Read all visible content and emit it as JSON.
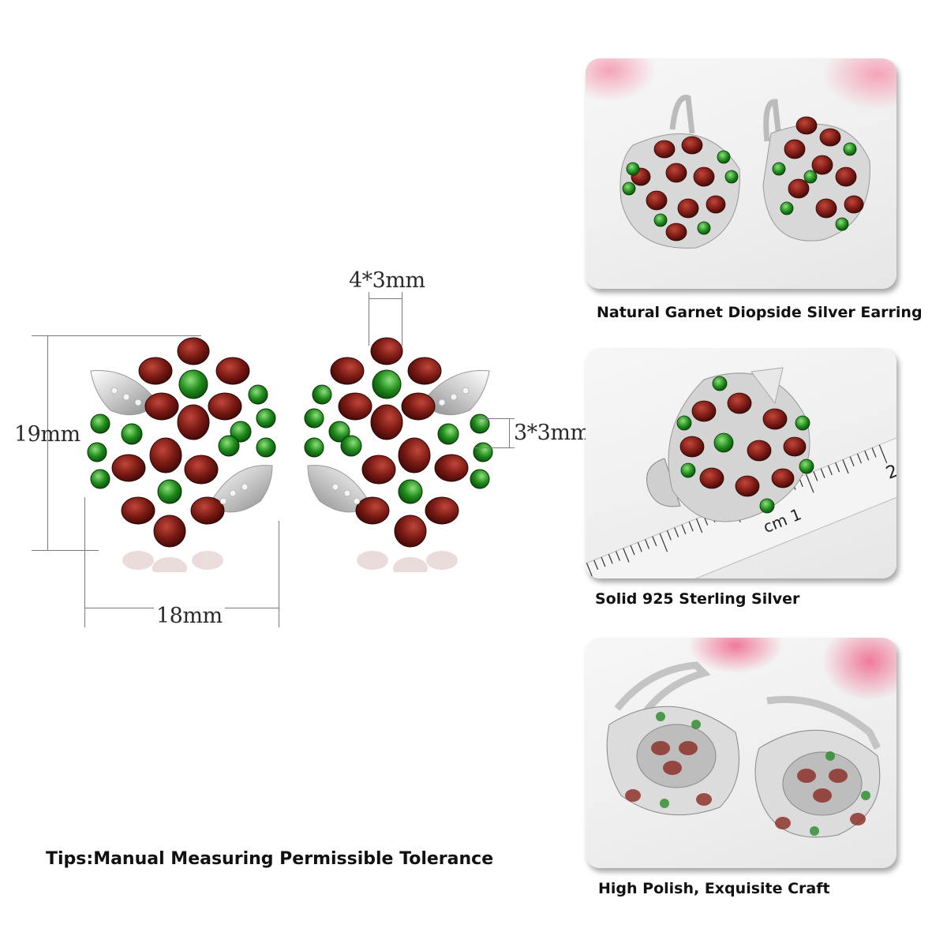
{
  "dimensions": {
    "height_label": "19mm",
    "width_label": "18mm",
    "top_stone_label": "4*3mm",
    "side_stone_label": "3*3mm"
  },
  "photos": [
    {
      "caption": "Natural Garnet Diopside Silver Earring"
    },
    {
      "caption": "Solid 925 Sterling Silver"
    },
    {
      "caption": "High Polish, Exquisite Craft"
    }
  ],
  "ruler": {
    "cm_label": "cm",
    "mark_1": "1",
    "mark_2": "2",
    "mark_2b": "2"
  },
  "tips": "Tips:Manual Measuring Permissible Tolerance",
  "colors": {
    "garnet": "#7a1a14",
    "diopside": "#1f8a1c",
    "silver": "#d9d9d9",
    "accent_pink": "#f07a9a"
  }
}
